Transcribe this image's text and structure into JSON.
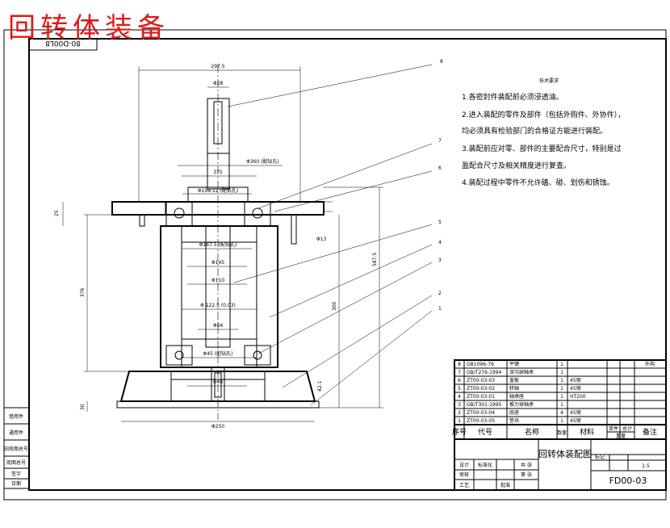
{
  "title": "回转体装备",
  "drawing_code_flipped": "80-D00L8",
  "tech_requirements": {
    "heading": "技术要求",
    "lines": [
      "1.各密封件装配前必须浸透油。",
      "2.进入装配的零件及部件（包括外购件、外协件），",
      "均必须具有检验部门的合格证方能进行装配。",
      "3.装配前应对零、部件的主要配合尺寸，特别是过",
      "盈配合尺寸及相关精度进行复查。",
      "4.装配过程中零件不允许磕、碰、划伤和锈蚀。"
    ]
  },
  "balloons": [
    "8",
    "7",
    "6",
    "5",
    "4",
    "3",
    "2",
    "1"
  ],
  "dimensions": {
    "top_width": "297.5",
    "shaft_dia": "Φ28",
    "flange_pcd": "Φ360 (配钻孔)",
    "inner_375": "375",
    "bore_top": "Φ198.12 (配钻孔)",
    "flange_thk": "25",
    "bolt_hole": "Φ13",
    "bore_mid": "Φ167.5 (配钻孔)",
    "d1": "Φ145",
    "d2": "Φ110",
    "d3": "Φ 122.5 (0.03)",
    "d4": "Φ84",
    "d5": "Φ45 (配钻孔)",
    "d6": "Φ40",
    "height_left": "376",
    "height_right": "587.5",
    "height_mid": "300",
    "base_thk": "30",
    "base_dia": "Φ250",
    "chamfer": "42.1"
  },
  "bom": {
    "rows": [
      {
        "no": "8",
        "code": "GB1096-79",
        "name": "平键",
        "qty": "1",
        "material": "",
        "note": "外购"
      },
      {
        "no": "7",
        "code": "GB/T276-1994",
        "name": "深沟球轴承",
        "qty": "1",
        "material": "",
        "note": ""
      },
      {
        "no": "6",
        "code": "ZT00-03-03",
        "name": "盖板",
        "qty": "1",
        "material": "45钢",
        "note": ""
      },
      {
        "no": "5",
        "code": "ZT00-03-02",
        "name": "转轴",
        "qty": "1",
        "material": "45钢",
        "note": ""
      },
      {
        "no": "4",
        "code": "ZT00-03-01",
        "name": "轴承座",
        "qty": "1",
        "material": "HT200",
        "note": ""
      },
      {
        "no": "3",
        "code": "GB/T301-1995",
        "name": "推力球轴承",
        "qty": "1",
        "material": "",
        "note": ""
      },
      {
        "no": "2",
        "code": "ZT00-03-04",
        "name": "底座",
        "qty": "4",
        "material": "45钢",
        "note": ""
      },
      {
        "no": "1",
        "code": "ZT00-03-05",
        "name": "垫块",
        "qty": "1",
        "material": "45钢",
        "note": ""
      }
    ],
    "headers": [
      "序号",
      "代号",
      "名称",
      "数量",
      "材料",
      "单件",
      "总计",
      "备注"
    ],
    "weight_header": "重量"
  },
  "title_block": {
    "drawing_name": "回转体装配图",
    "drawing_no": "FD00-03",
    "scale": "1:5",
    "mark": "标记",
    "sheets": "共 张",
    "sheet": "第 张",
    "design": "设计",
    "standard": "标准化",
    "check": "审核",
    "craft": "工艺",
    "approve": "批准"
  },
  "left_strip": [
    "借用件",
    "通用件",
    "旧底图总号",
    "底图总号",
    "签字",
    "日期"
  ]
}
